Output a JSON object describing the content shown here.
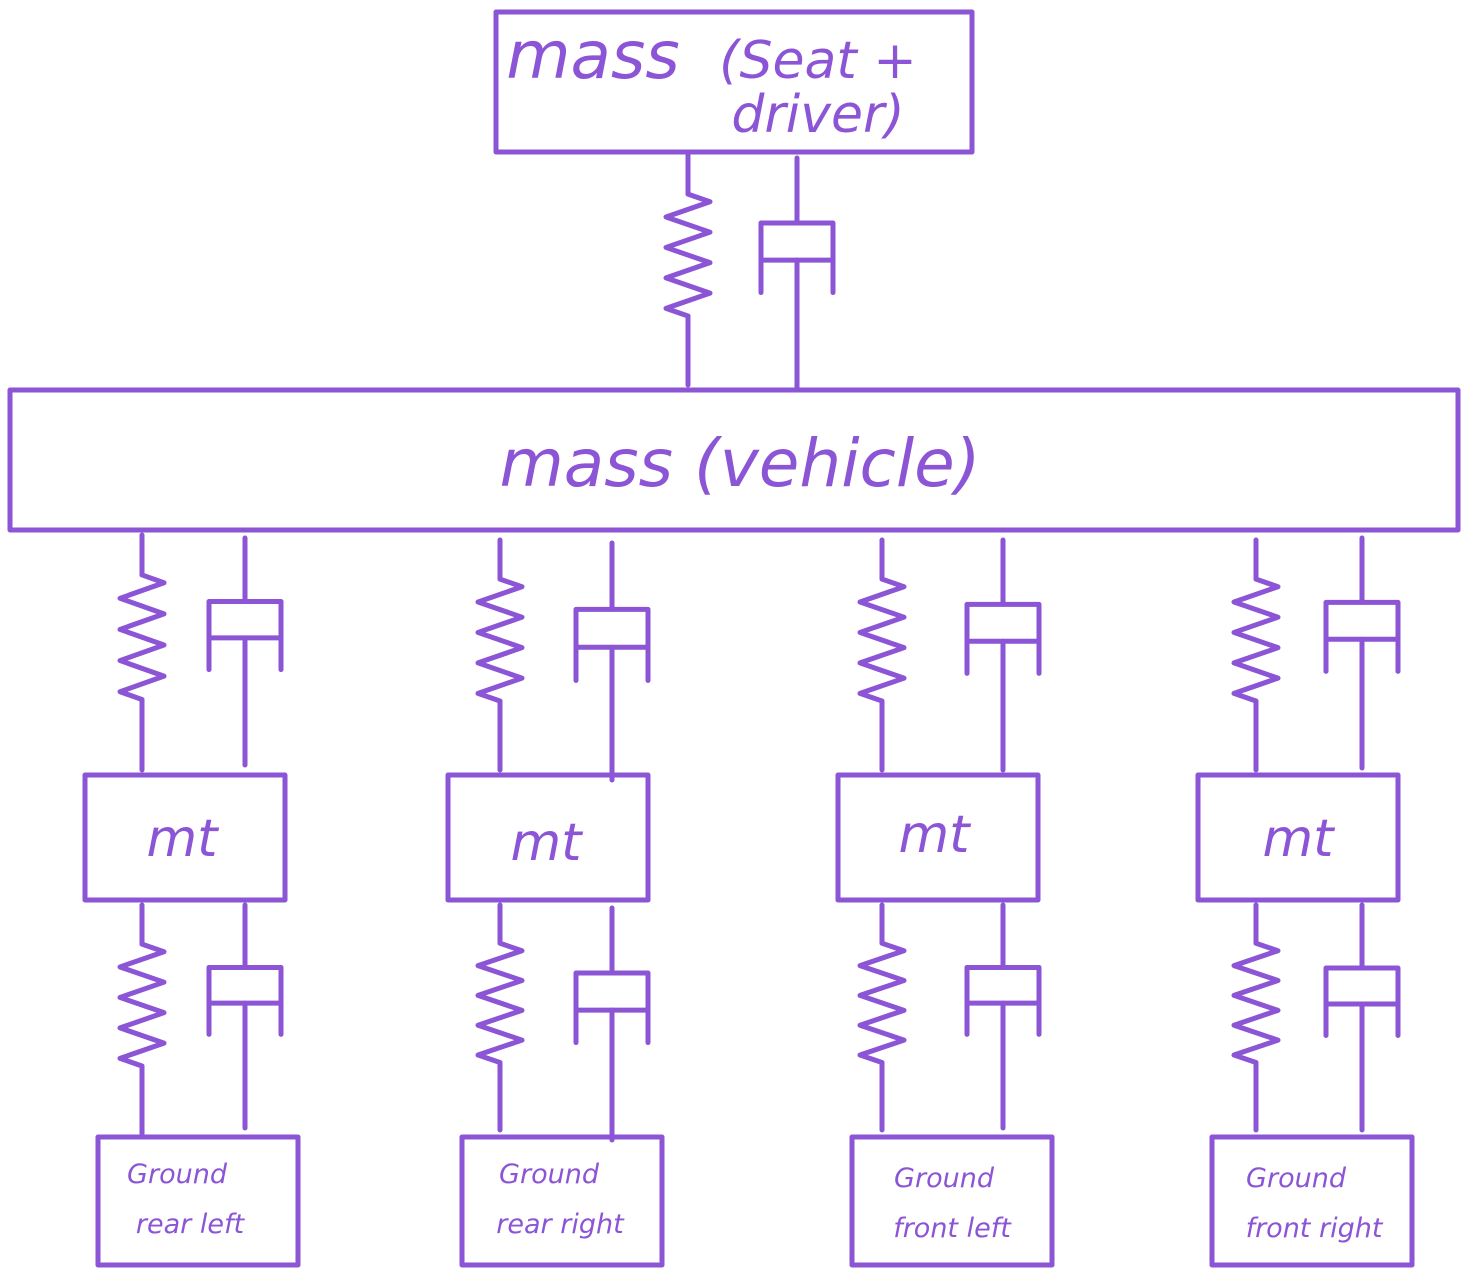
{
  "seat_mass": {
    "label": "mass",
    "line1": "(Seat +",
    "line2": "driver)"
  },
  "vehicle_mass": {
    "label": "mass (vehicle)"
  },
  "wheels": [
    {
      "tire_mass_label": "mt",
      "ground_line1": "Ground",
      "ground_line2": "rear left"
    },
    {
      "tire_mass_label": "mt",
      "ground_line1": "Ground",
      "ground_line2": "rear right"
    },
    {
      "tire_mass_label": "mt",
      "ground_line1": "Ground",
      "ground_line2": "front left"
    },
    {
      "tire_mass_label": "mt",
      "ground_line1": "Ground",
      "ground_line2": "front right"
    }
  ],
  "colors": {
    "ink": "#8b55d6",
    "background": "#ffffff"
  }
}
